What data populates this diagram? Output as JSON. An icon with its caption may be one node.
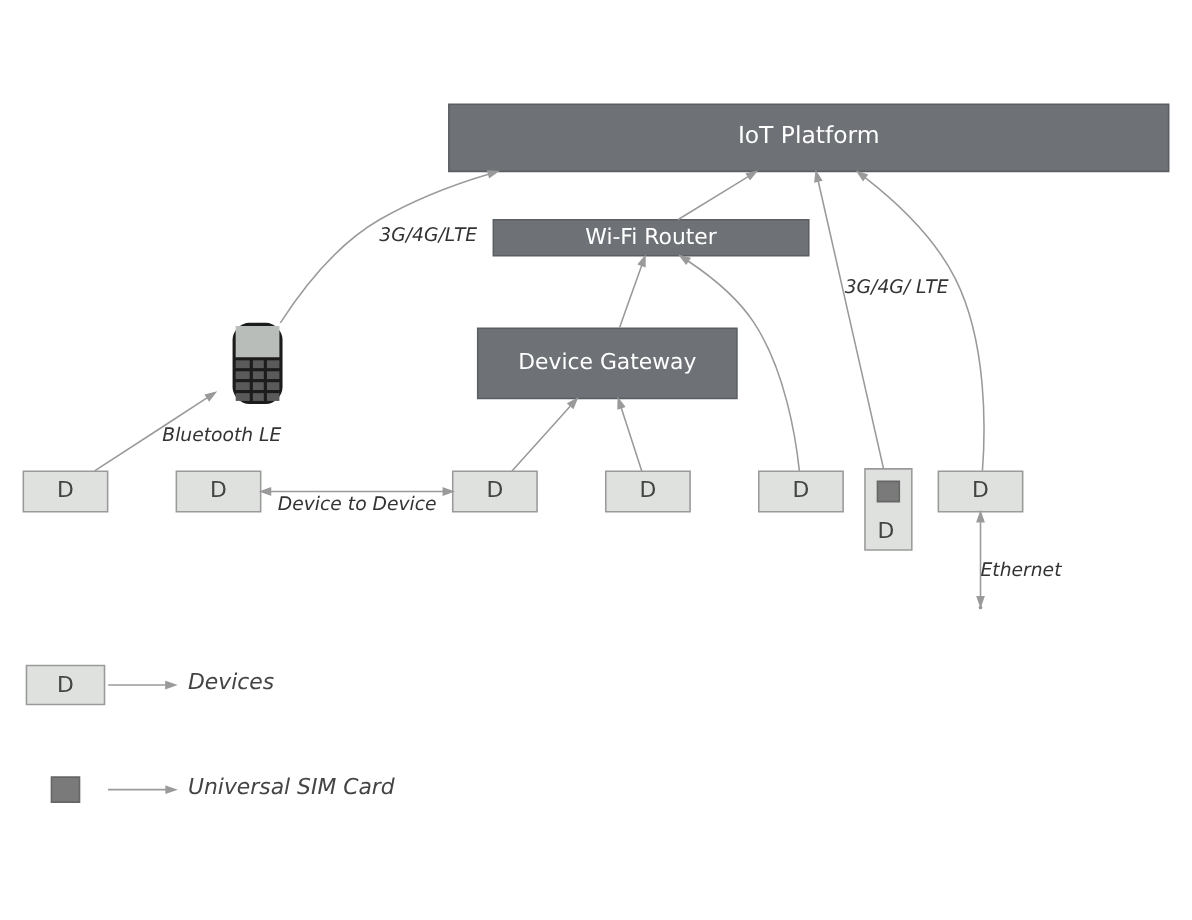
{
  "diagram": {
    "nodes": [
      {
        "text": [
          "IoT Platform"
        ]
      },
      {
        "text": [
          "Wi-Fi Router"
        ]
      },
      {
        "text": [],
        "shape": "phone"
      },
      {
        "text": [
          "Device Gateway"
        ]
      },
      {
        "text": [
          "D"
        ]
      },
      {
        "text": [
          "D"
        ]
      },
      {
        "text": [
          "D"
        ]
      },
      {
        "text": [
          "D"
        ]
      },
      {
        "text": [
          "D"
        ]
      },
      {
        "text": [
          "D"
        ]
      },
      {
        "text": [],
        "shape": "box",
        "in": 9
      },
      {
        "text": [
          "D"
        ]
      }
    ],
    "edges": [
      {
        "from": 4,
        "to": 2,
        "arrow": "to",
        "label": "Bluetooth LE"
      },
      {
        "from": 2,
        "to": 0,
        "arrow": "to",
        "label": "3G/4G/LTE"
      },
      {
        "from": 5,
        "to": 6,
        "arrow": "both",
        "label": "Device to Device"
      },
      {
        "from": 6,
        "to": 3,
        "arrow": "to"
      },
      {
        "from": 7,
        "to": 3,
        "arrow": "to"
      },
      {
        "from": 3,
        "to": 1,
        "arrow": "to"
      },
      {
        "from": 1,
        "to": 0,
        "arrow": "to"
      },
      {
        "from": 8,
        "to": 1,
        "arrow": "to"
      },
      {
        "from": 9,
        "to": 0,
        "arrow": "to",
        "label": "3G/4G/ LTE"
      },
      {
        "from": 11,
        "to": 0,
        "arrow": "to"
      },
      {
        "from": null,
        "to": 11,
        "arrow": "both",
        "label": "Ethernet"
      }
    ],
    "labels": [
      "D"
    ],
    "legend": [
      {
        "text": "Devices"
      },
      {
        "text": "Universal SIM Card",
        "color": "#7a7a7a"
      }
    ]
  }
}
